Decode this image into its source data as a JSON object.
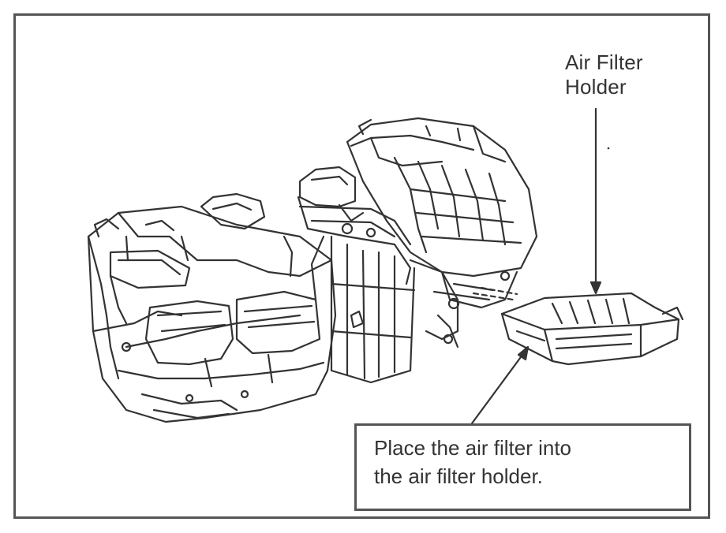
{
  "labels": {
    "air_filter_holder_line1": "Air Filter",
    "air_filter_holder_line2": "Holder",
    "instruction_line1": "Place the air filter into",
    "instruction_line2": "the air filter holder."
  },
  "colors": {
    "line": "#333333",
    "frame": "#555555",
    "background": "#ffffff"
  }
}
